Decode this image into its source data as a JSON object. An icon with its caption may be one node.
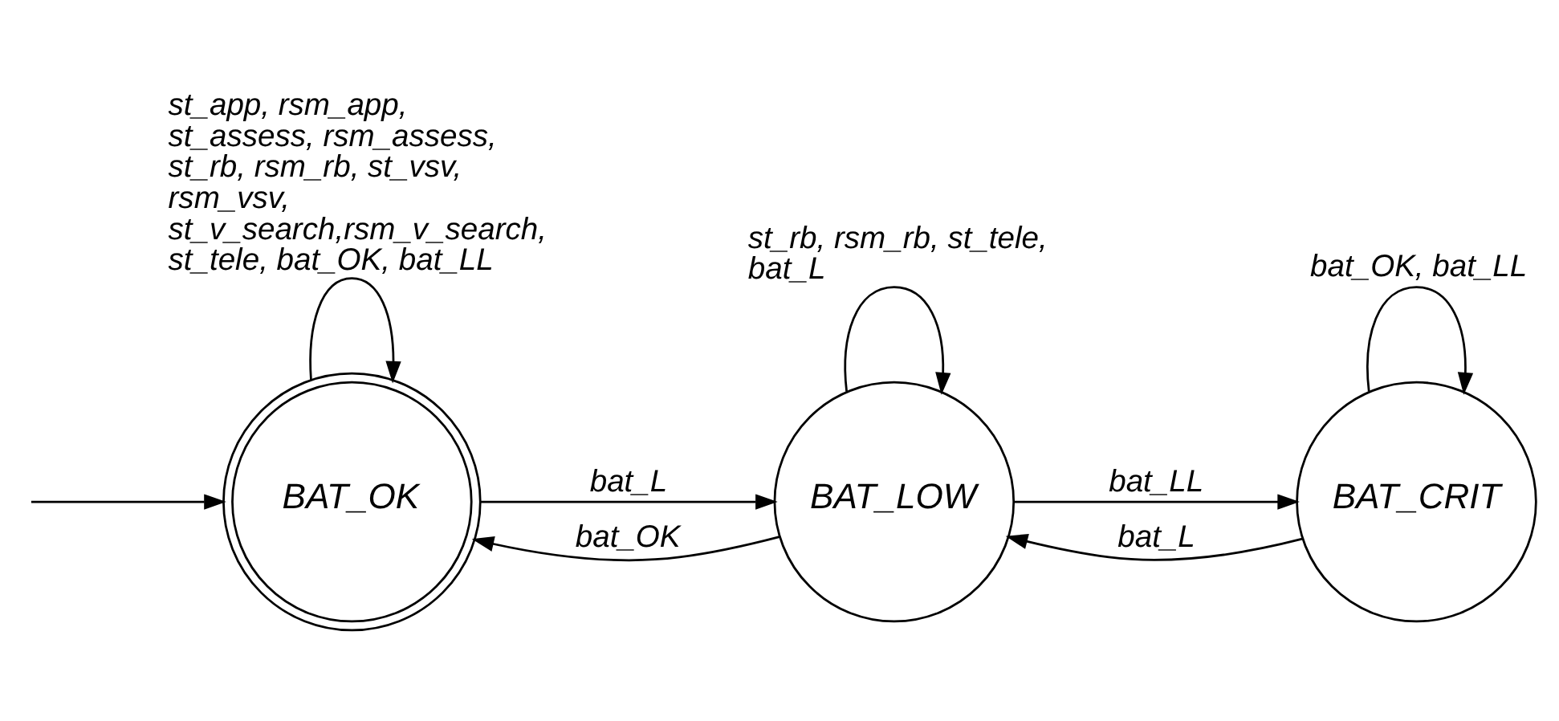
{
  "diagram": {
    "nodes": [
      {
        "text": [
          "BAT_OK"
        ]
      },
      {
        "text": [
          "BAT_LOW"
        ]
      },
      {
        "text": [
          "BAT_CRIT"
        ]
      }
    ],
    "edges": [
      {
        "from": null,
        "to": 0,
        "arrow": "to"
      },
      {
        "from": 0,
        "to": 1,
        "arrow": "to",
        "label": "bat_L"
      },
      {
        "from": 1,
        "to": 0,
        "arrow": "to",
        "label": "bat_OK"
      },
      {
        "from": 1,
        "to": 2,
        "arrow": "to",
        "label": "bat_LL"
      },
      {
        "from": 2,
        "to": 1,
        "arrow": "to",
        "label": "bat_L"
      },
      {
        "from": 0,
        "to": 0,
        "arrow": "to",
        "label": "st_app, rsm_app, st_assess, rsm_assess, st_rb, rsm_rb, st_vsv, rsm_vsv, st_v_search,rsm_v_search, st_tele, bat_OK, bat_LL"
      },
      {
        "from": 1,
        "to": 1,
        "arrow": "to",
        "label": "st_rb, rsm_rb, st_tele, bat_L"
      },
      {
        "from": 2,
        "to": 2,
        "arrow": "to",
        "label": "bat_OK, bat_LL"
      }
    ]
  }
}
